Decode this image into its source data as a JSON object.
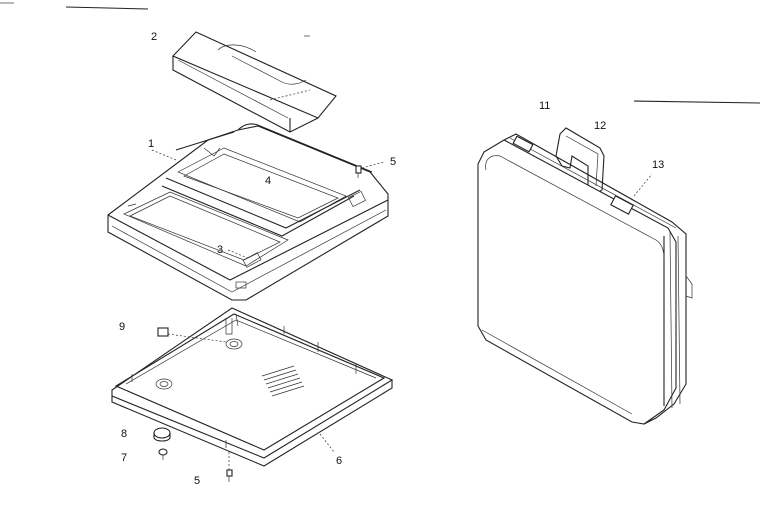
{
  "callouts": {
    "c1": "1",
    "c2": "2",
    "c3": "3",
    "c4": "4",
    "c5a": "5",
    "c5b": "5",
    "c6": "6",
    "c7": "7",
    "c8": "8",
    "c9": "9",
    "c11": "11",
    "c12": "12",
    "c13": "13"
  }
}
